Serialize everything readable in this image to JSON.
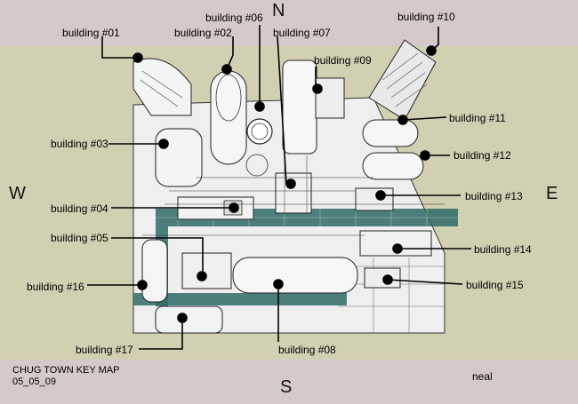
{
  "compass": {
    "north": "N",
    "south": "S",
    "west": "W",
    "east": "E"
  },
  "buildings": [
    {
      "id": "b01",
      "label": "building #01"
    },
    {
      "id": "b02",
      "label": "building #02"
    },
    {
      "id": "b03",
      "label": "building #03"
    },
    {
      "id": "b04",
      "label": "building #04"
    },
    {
      "id": "b05",
      "label": "building #05"
    },
    {
      "id": "b06",
      "label": "building #06"
    },
    {
      "id": "b07",
      "label": "building #07"
    },
    {
      "id": "b08",
      "label": "building #08"
    },
    {
      "id": "b09",
      "label": "building #09"
    },
    {
      "id": "b10",
      "label": "building #10"
    },
    {
      "id": "b11",
      "label": "building #11"
    },
    {
      "id": "b12",
      "label": "building #12"
    },
    {
      "id": "b13",
      "label": "building #13"
    },
    {
      "id": "b14",
      "label": "building #14"
    },
    {
      "id": "b15",
      "label": "building #15"
    },
    {
      "id": "b16",
      "label": "building #16"
    },
    {
      "id": "b17",
      "label": "building #17"
    }
  ],
  "footer": {
    "title": "CHUG TOWN KEY MAP",
    "date": "05_05_09",
    "author": "neal"
  },
  "colors": {
    "background_band": "#d6c9c9",
    "map_ground": "#d2d0b3",
    "water": "#2f6b66",
    "model": "#f2f2f2"
  }
}
